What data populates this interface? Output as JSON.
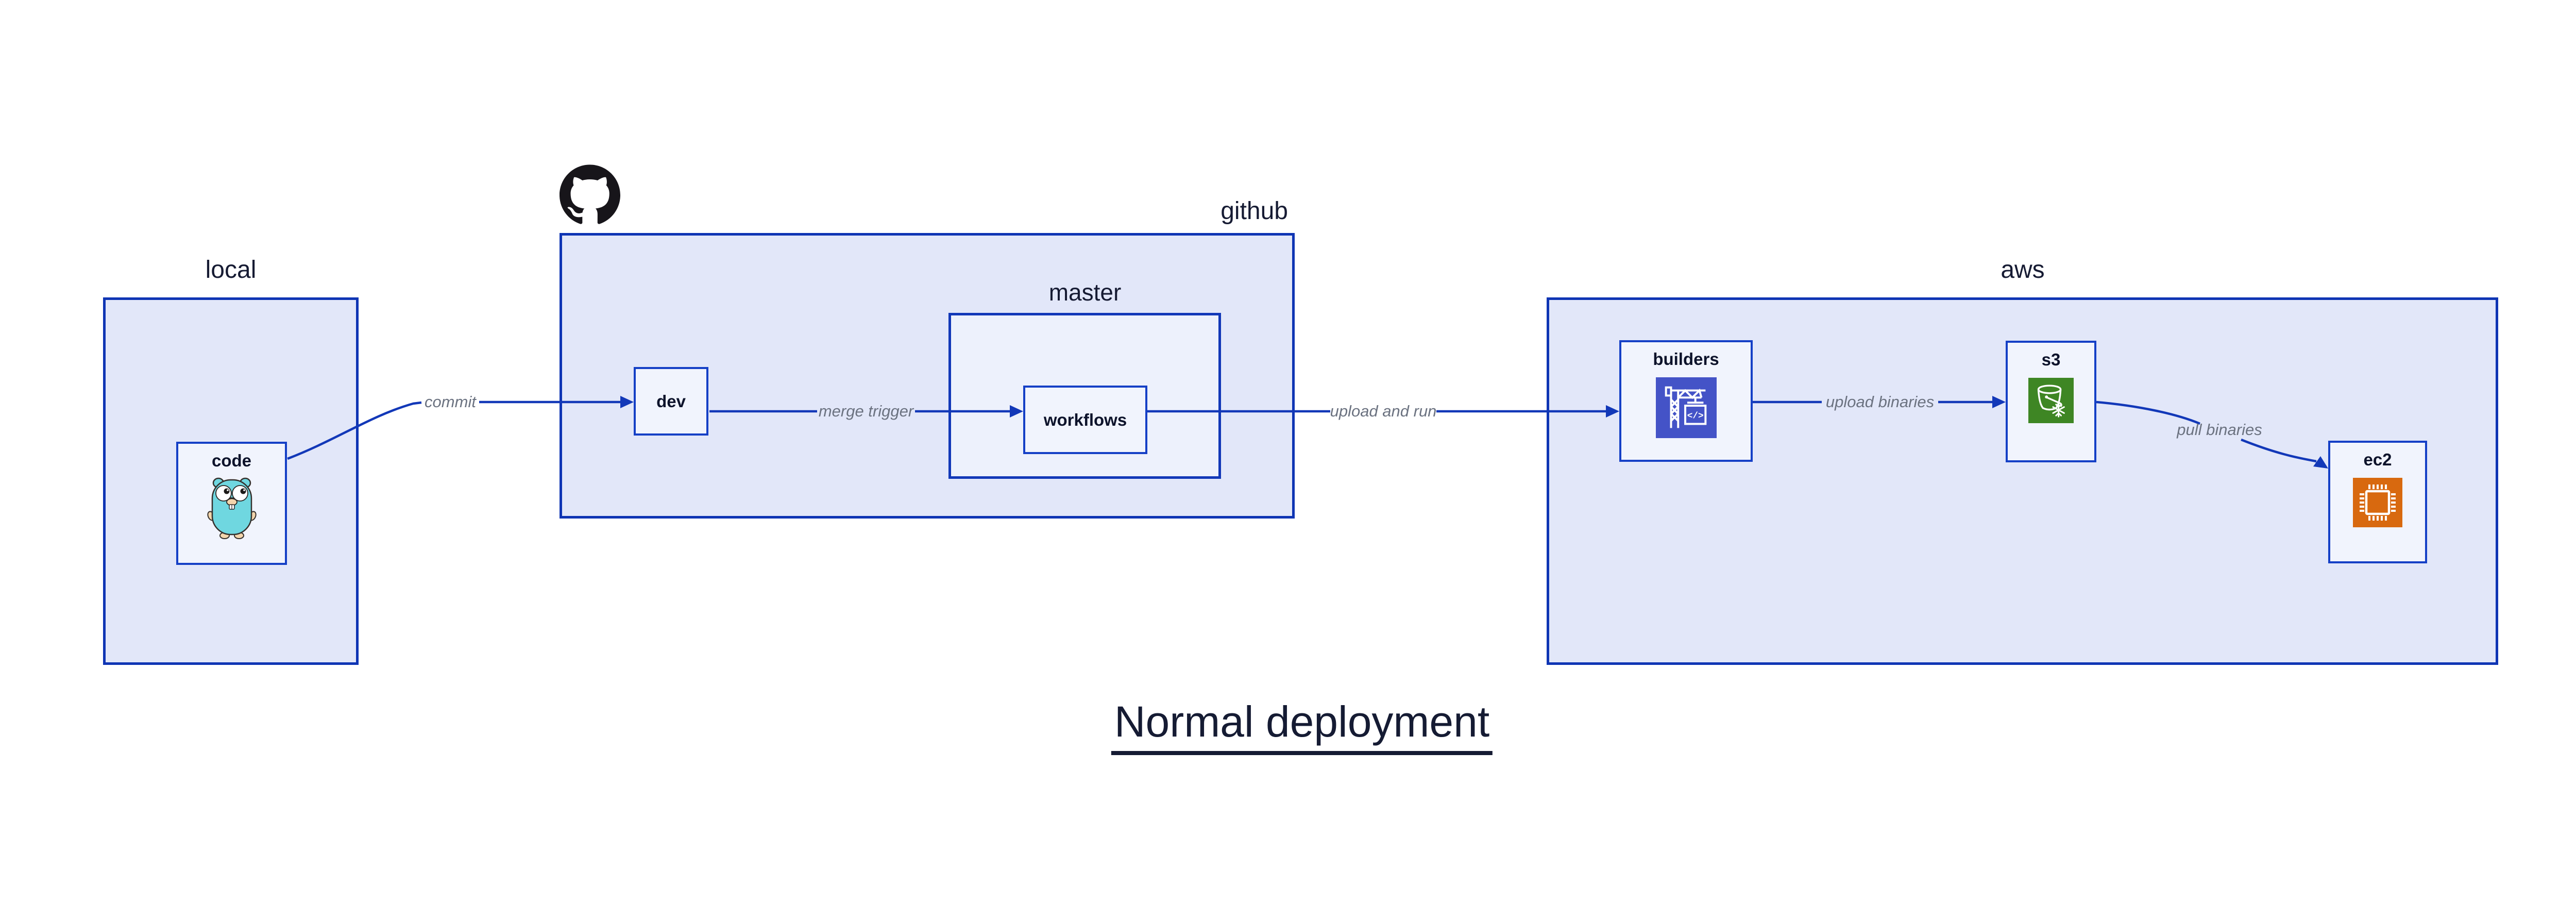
{
  "diagram": {
    "title": "Normal deployment",
    "zones": {
      "local": {
        "label": "local"
      },
      "github": {
        "label": "github"
      },
      "master": {
        "label": "master"
      },
      "aws": {
        "label": "aws"
      }
    },
    "nodes": {
      "code": {
        "label": "code",
        "icon": "go-gopher-icon"
      },
      "dev": {
        "label": "dev"
      },
      "workflows": {
        "label": "workflows"
      },
      "builders": {
        "label": "builders",
        "icon": "codebuild-crane-icon"
      },
      "s3": {
        "label": "s3",
        "icon": "s3-glacier-bucket-icon"
      },
      "ec2": {
        "label": "ec2",
        "icon": "ec2-chip-icon"
      }
    },
    "edges": [
      {
        "from": "code",
        "to": "dev",
        "label": "commit"
      },
      {
        "from": "dev",
        "to": "workflows",
        "label": "merge trigger"
      },
      {
        "from": "workflows",
        "to": "builders",
        "label": "upload and run"
      },
      {
        "from": "builders",
        "to": "s3",
        "label": "upload binaries"
      },
      {
        "from": "s3",
        "to": "ec2",
        "label": "pull binaries"
      }
    ],
    "icons": {
      "logo": "github-octocat-icon"
    },
    "colors": {
      "zone_fill": "#e2e7f9",
      "master_fill": "#edf1fc",
      "node_fill": "#f1f4fd",
      "border_blue": "#0f35b4",
      "arrow_blue": "#1238b8",
      "text_navy": "#151b33",
      "edge_label_gray": "#6b7280",
      "codebuild_indigo": "#4453c7",
      "s3_green": "#3e8624",
      "ec2_orange": "#d8690f",
      "github_black": "#17151a",
      "gopher_teal": "#6fd7e0"
    }
  }
}
